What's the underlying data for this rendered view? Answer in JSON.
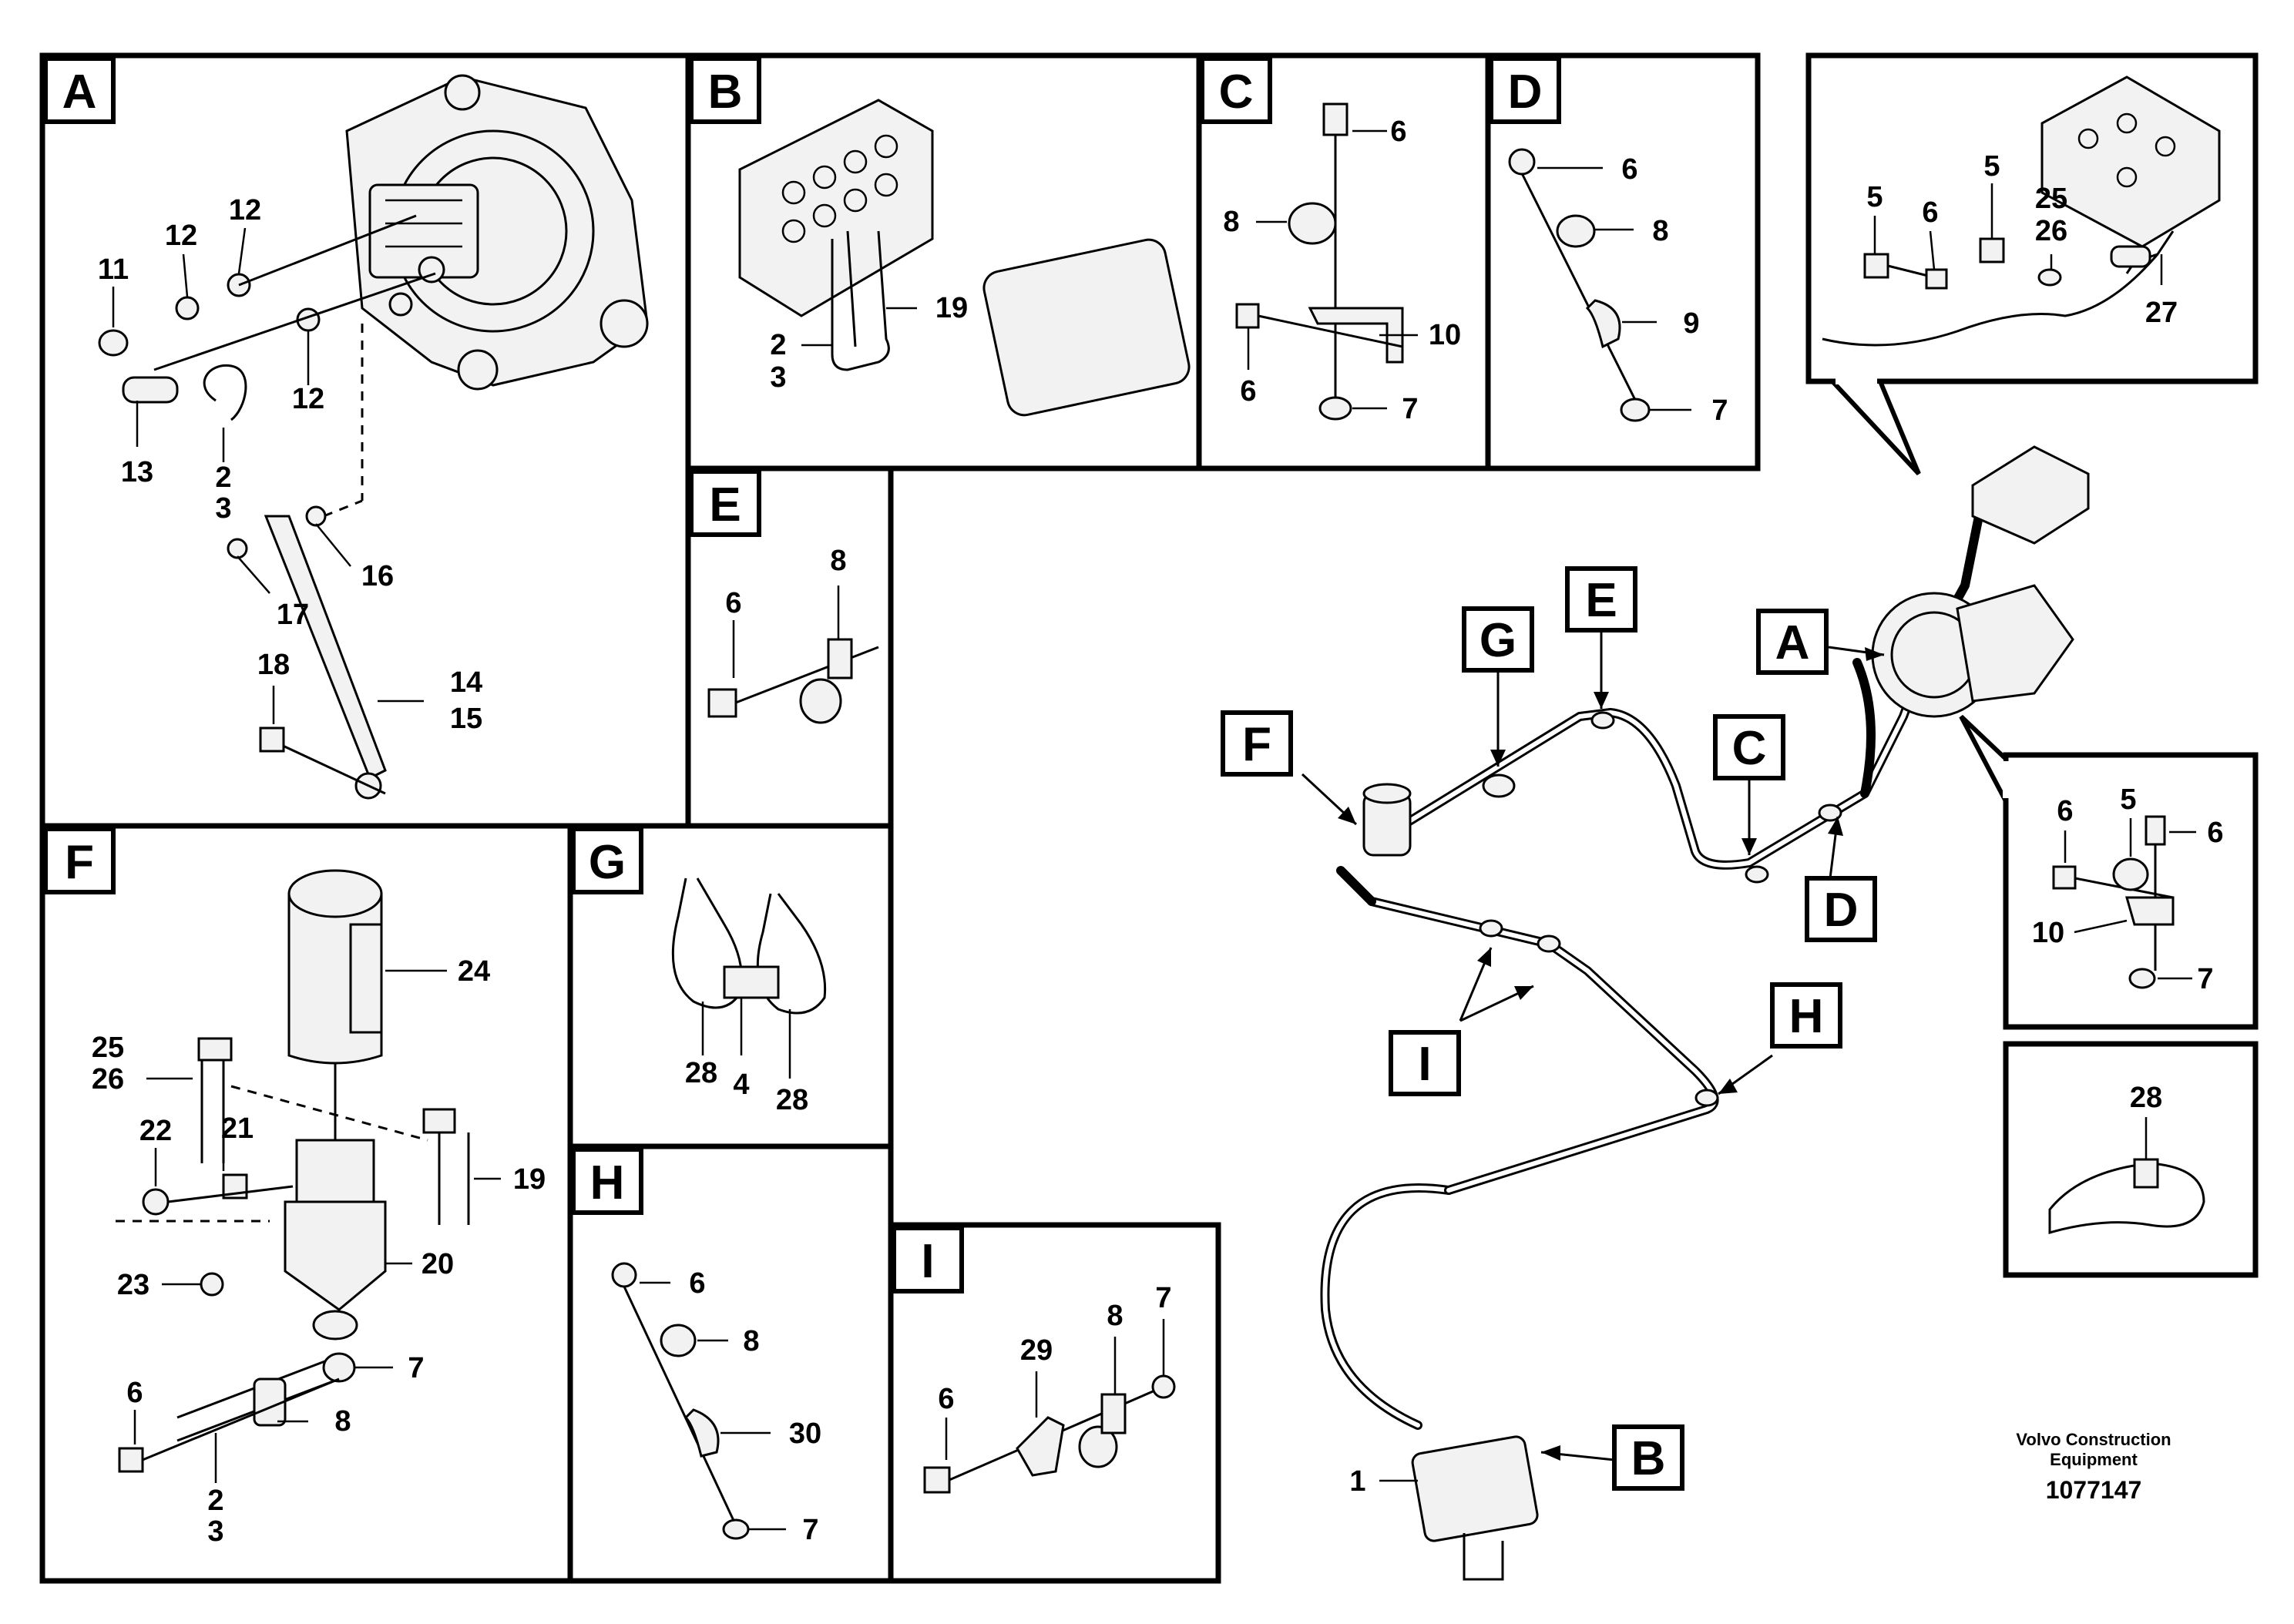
{
  "panels": {
    "A": {
      "letter": "A",
      "callouts": [
        "11",
        "12",
        "12",
        "12",
        "13",
        "2",
        "3",
        "16",
        "17",
        "18",
        "14",
        "15"
      ]
    },
    "B": {
      "letter": "B",
      "callouts": [
        "19",
        "2",
        "3"
      ]
    },
    "C": {
      "letter": "C",
      "callouts": [
        "6",
        "8",
        "10",
        "6",
        "7"
      ]
    },
    "D": {
      "letter": "D",
      "callouts": [
        "6",
        "8",
        "9",
        "7"
      ]
    },
    "E": {
      "letter": "E",
      "callouts": [
        "8",
        "6"
      ]
    },
    "F": {
      "letter": "F",
      "callouts": [
        "24",
        "25",
        "26",
        "21",
        "22",
        "19",
        "20",
        "23",
        "6",
        "7",
        "8",
        "2",
        "3"
      ]
    },
    "G": {
      "letter": "G",
      "callouts": [
        "28",
        "4",
        "28"
      ]
    },
    "H": {
      "letter": "H",
      "callouts": [
        "6",
        "8",
        "30",
        "7"
      ]
    },
    "I": {
      "letter": "I",
      "callouts": [
        "7",
        "8",
        "29",
        "6"
      ]
    },
    "detail_top": {
      "callouts": [
        "5",
        "6",
        "5",
        "25",
        "26",
        "27"
      ]
    },
    "detail_right": {
      "callouts": [
        "6",
        "5",
        "6",
        "10",
        "7"
      ]
    },
    "detail_tie": {
      "callouts": [
        "28"
      ]
    }
  },
  "overview": {
    "labels": [
      "A",
      "B",
      "C",
      "D",
      "E",
      "F",
      "G",
      "H",
      "I"
    ],
    "callout_1": "1"
  },
  "footer": {
    "brand_line1": "Volvo Construction",
    "brand_line2": "Equipment",
    "ref_number": "1077147"
  }
}
